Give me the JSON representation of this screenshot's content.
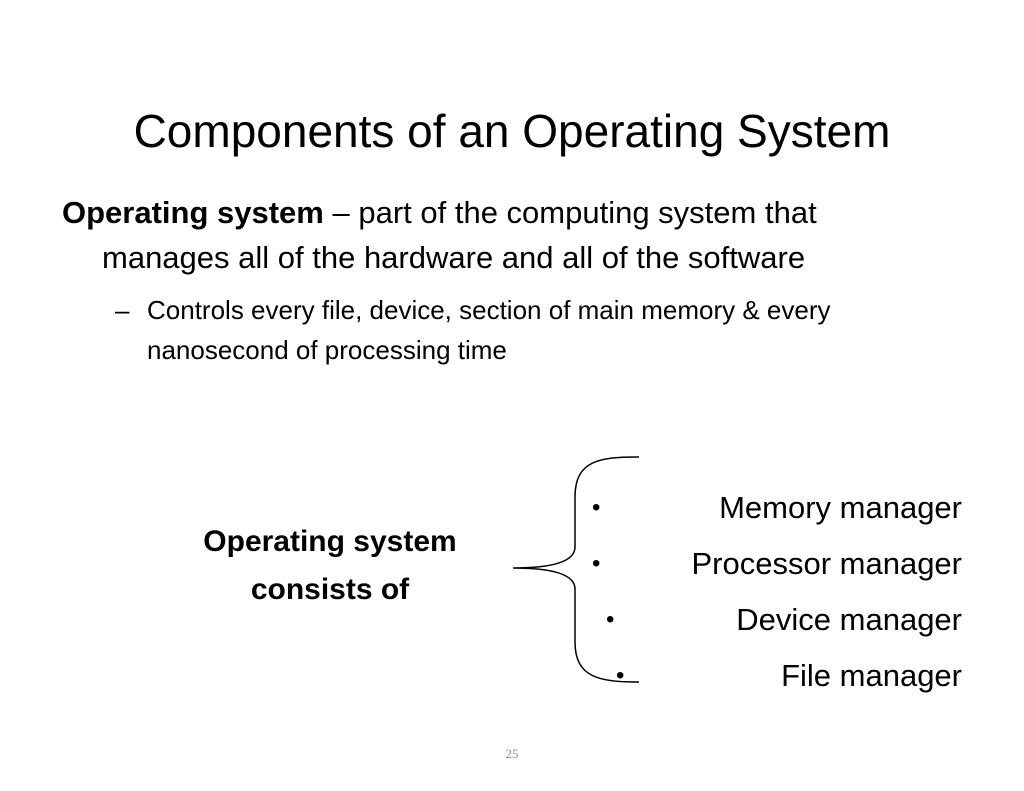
{
  "slide": {
    "title": "Components of an Operating System",
    "definition": {
      "term": "Operating system",
      "text": " – part of the computing system that manages all of the hardware and all of the software"
    },
    "sub_point": {
      "dash": "–",
      "text": "Controls every file, device, section of main memory & every nanosecond of processing time"
    },
    "consists_of_label": "Operating system consists of",
    "components": [
      {
        "bullet": "•",
        "label": "Memory manager"
      },
      {
        "bullet": "•",
        "label": "Processor manager"
      },
      {
        "bullet": "•",
        "label": "Device manager"
      },
      {
        "bullet": "•",
        "label": "File manager"
      }
    ],
    "page_number": "25"
  }
}
